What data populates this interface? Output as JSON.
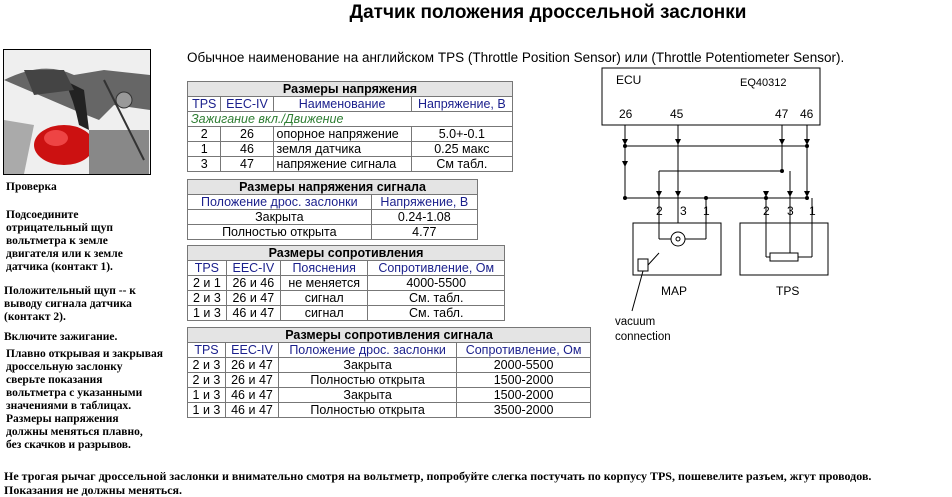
{
  "title": "Датчик положения дроссельной заслонки",
  "intro": "Обычное наименование на английском TPS (Throttle Position Sensor) или (Throttle Potentiometer Sensor).",
  "left_text": {
    "check": "Проверка",
    "p1": [
      "Подсоедините",
      "отрицательный щуп",
      "вольтметра к земле",
      "двигателя или к земле",
      "датчика (контакт 1)."
    ],
    "p2": [
      "Положительный щуп -- к",
      "выводу сигнала датчика",
      "(контакт 2)."
    ],
    "p3": "Включите зажигание.",
    "p4": [
      "Плавно открывая и закрывая",
      "дроссельную заслонку",
      "сверьте показания",
      "вольтметра с указанными",
      "значениями в таблицах.",
      "Размеры напряжения",
      "должны меняться плавно,",
      "без скачков и разрывов."
    ]
  },
  "bottom_text": [
    "Не трогая рычаг дроссельной заслонки и внимательно смотря на вольтметр, попробуйте слегка постучать по корпусу TPS, пошевелите разъем, жгут проводов.",
    "Показания не должны меняться."
  ],
  "table1": {
    "caption": "Размеры напряжения",
    "headers": [
      "TPS",
      "EEC-IV",
      "Наименование",
      "Напряжение, В"
    ],
    "subheader": "Зажигание вкл./Движение",
    "rows": [
      [
        "2",
        "26",
        "опорное напряжение",
        "5.0+-0.1"
      ],
      [
        "1",
        "46",
        "земля датчика",
        "0.25 макс"
      ],
      [
        "3",
        "47",
        "напряжение сигнала",
        "См табл."
      ]
    ]
  },
  "table2": {
    "caption": "Размеры напряжения сигнала",
    "headers": [
      "Положение дрос. заслонки",
      "Напряжение, В"
    ],
    "rows": [
      [
        "Закрыта",
        "0.24-1.08"
      ],
      [
        "Полностью открыта",
        "4.77"
      ]
    ]
  },
  "table3": {
    "caption": "Размеры сопротивления",
    "headers": [
      "TPS",
      "EEC-IV",
      "Пояснения",
      "Сопротивление, Ом"
    ],
    "rows": [
      [
        "2 и 1",
        "26 и 46",
        "не меняется",
        "4000-5500"
      ],
      [
        "2 и 3",
        "26 и 47",
        "сигнал",
        "См. табл."
      ],
      [
        "1 и 3",
        "46 и 47",
        "сигнал",
        "См. табл."
      ]
    ]
  },
  "table4": {
    "caption": "Размеры сопротивления сигнала",
    "headers": [
      "TPS",
      "EEC-IV",
      "Положение дрос. заслонки",
      "Сопротивление, Ом"
    ],
    "rows": [
      [
        "2 и 3",
        "26 и 47",
        "Закрыта",
        "2000-5500"
      ],
      [
        "2 и 3",
        "26 и 47",
        "Полностью открыта",
        "1500-2000"
      ],
      [
        "1 и 3",
        "46 и 47",
        "Закрыта",
        "1500-2000"
      ],
      [
        "1 и 3",
        "46 и 47",
        "Полностью открыта",
        "3500-2000"
      ]
    ]
  },
  "diagram": {
    "ecu_label": "ECU",
    "ecu_model": "EQ40312",
    "pins": [
      "26",
      "45",
      "47",
      "46"
    ],
    "map_pins": [
      "2",
      "3",
      "1"
    ],
    "tps_pins": [
      "2",
      "3",
      "1"
    ],
    "map_label": "MAP",
    "tps_label": "TPS",
    "vacuum_line1": "vacuum",
    "vacuum_line2": "connection"
  },
  "photo": {
    "description_icon": "throttle-sensor-photo"
  }
}
